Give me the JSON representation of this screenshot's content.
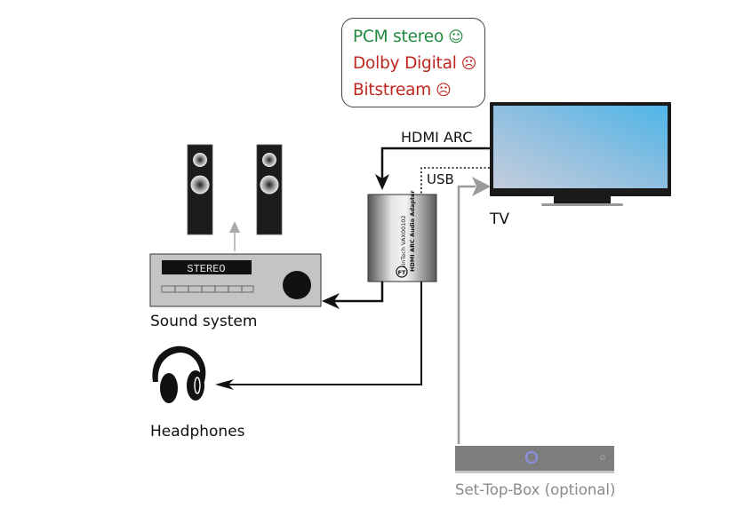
{
  "colors": {
    "ok": "#1f8a3c",
    "bad": "#c0261e",
    "cable": "#111111",
    "optical_cable": "#9a9a9a",
    "tv_screen_top": "#4fb6e6",
    "tv_screen_bottom": "#b9cbe0",
    "stb_body": "#7d7d7d",
    "stb_led": "#8a8fd9"
  },
  "formats": [
    {
      "label": "PCM stereo",
      "status": "supported",
      "face": "☺"
    },
    {
      "label": "Dolby Digital",
      "status": "unsupported",
      "face": "☹"
    },
    {
      "label": "Bitstream",
      "status": "unsupported",
      "face": "☹"
    }
  ],
  "connections": {
    "hdmi_arc": "HDMI ARC",
    "usb": "USB"
  },
  "devices": {
    "tv": "TV",
    "sound_system": "Sound system",
    "receiver_display": "STEREO",
    "headphones": "Headphones",
    "set_top_box": "Set-Top-Box (optional)",
    "adapter_brand": "FeinTech VAX00102",
    "adapter_name": "HDMI ARC Audio Adapter",
    "adapter_logo": "FT"
  }
}
